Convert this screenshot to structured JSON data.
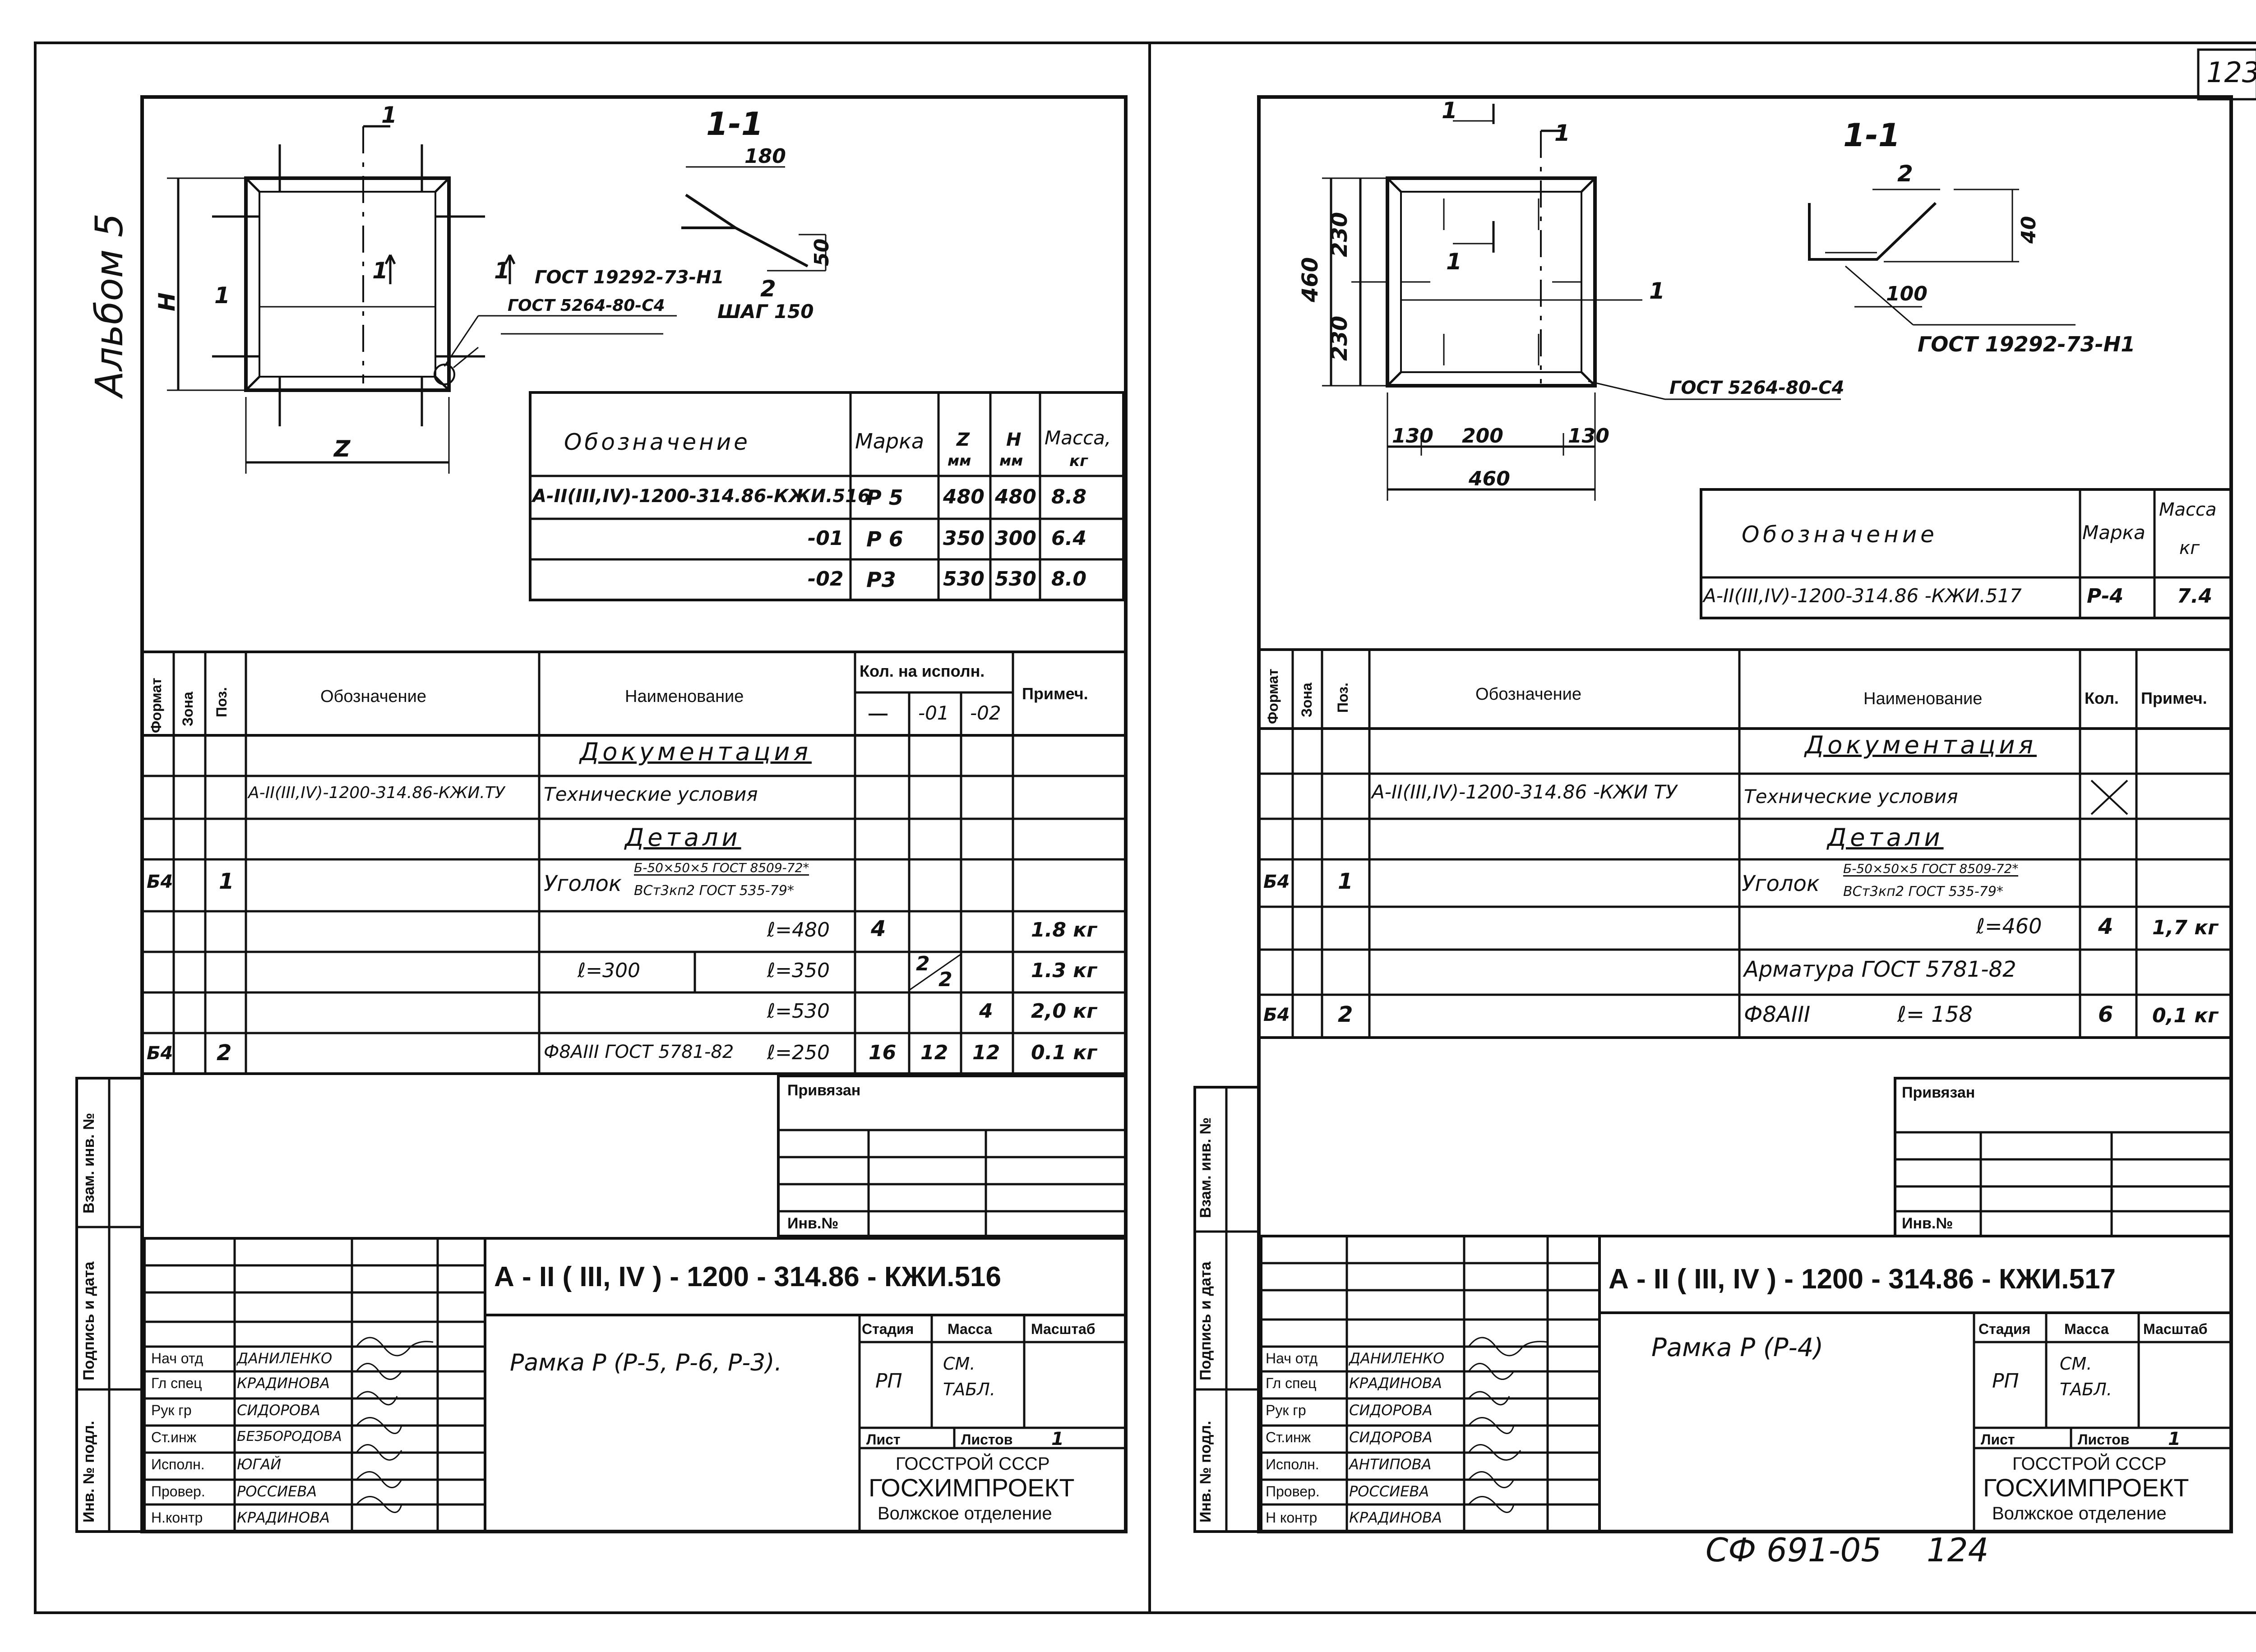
{
  "page_number": "123",
  "album": "Альбом 5",
  "footer": {
    "code": "СФ 691-05",
    "num": "124"
  },
  "sheet1": {
    "section": "1-1",
    "dims": {
      "h": "H",
      "z": "Z",
      "one": "1",
      "d180": "180",
      "d50": "50",
      "two": "2",
      "step": "ШАГ 150"
    },
    "gost_angle": "ГОСТ 19292-73-Н1",
    "gost_weld": "ГОСТ 5264-80-С4",
    "mark_table": {
      "headers": {
        "oboz": "Обозначение",
        "marka": "Марка",
        "z": "Z",
        "h": "H",
        "mm": "мм",
        "massa": "Масса,",
        "kg": "кг"
      },
      "rows": [
        {
          "oboz": "А-II(III,IV)-1200-314.86-КЖИ.516",
          "marka": "Р 5",
          "z": "480",
          "h": "480",
          "massa": "8.8"
        },
        {
          "oboz": "-01",
          "marka": "Р 6",
          "z": "350",
          "h": "300",
          "massa": "6.4"
        },
        {
          "oboz": "-02",
          "marka": "Р3",
          "z": "530",
          "h": "530",
          "massa": "8.0"
        }
      ]
    },
    "spec": {
      "headers": {
        "format": "Формат",
        "zona": "Зона",
        "poz": "Поз.",
        "oboz": "Обозначение",
        "naim": "Наименование",
        "kol": "Кол. на исполн.",
        "c1": "—",
        "c2": "-01",
        "c3": "-02",
        "prim": "Примеч."
      },
      "doc": "Документация",
      "doc_oboz": "А-II(III,IV)-1200-314.86-КЖИ.ТУ",
      "doc_name": "Технические условия",
      "det": "Детали",
      "ugolok": "Уголок",
      "ug_top": "Б-50×50×5 ГОСТ 8509-72*",
      "ug_bot": "ВСт3кп2 ГОСТ 535-79*",
      "fmt1": "Б4",
      "poz1": "1",
      "l480": "ℓ=480",
      "k480": "4",
      "m480": "1.8 кг",
      "l300": "ℓ=300",
      "l350": "ℓ=350",
      "k350a": "2",
      "k350b": "2",
      "m350": "1.3 кг",
      "l530": "ℓ=530",
      "k530": "4",
      "m530": "2,0 кг",
      "fmt2": "Б4",
      "poz2": "2",
      "arm": "Ф8АIII ГОСТ 5781-82",
      "l250": "ℓ=250",
      "k250a": "16",
      "k250b": "12",
      "k250c": "12",
      "m250": "0.1 кг"
    },
    "privyazan": "Привязан",
    "inv_no": "Инв.№",
    "side": {
      "vzam": "Взам. инв. №",
      "podp": "Подпись и дата",
      "inv": "Инв. № подл."
    },
    "stamp": {
      "code": "А - II ( III, IV ) - 1200 - 314.86   - КЖИ.516",
      "title": "Рамка Р (Р-5, Р-6, Р-3).",
      "stadia": "Стадия",
      "massa": "Масса",
      "masshtab": "Масштаб",
      "rp": "РП",
      "see": "СМ. ТАБЛ.",
      "list": "Лист",
      "listov": "Листов",
      "listov_val": "1",
      "org1": "ГОССТРОЙ СССР",
      "org2": "ГОСХИМПРОЕКТ",
      "org3": "Волжское отделение",
      "people": [
        {
          "role": "Нач отд",
          "name": "ДАНИЛЕНКО"
        },
        {
          "role": "Гл спец",
          "name": "КРАДИНОВА"
        },
        {
          "role": "Рук гр",
          "name": "СИДОРОВА"
        },
        {
          "role": "Ст.инж",
          "name": "БЕЗБОРОДОВА"
        },
        {
          "role": "Исполн.",
          "name": "ЮГАЙ"
        },
        {
          "role": "Провер.",
          "name": "РОССИЕВА"
        },
        {
          "role": "Н.контр",
          "name": "КРАДИНОВА"
        }
      ]
    }
  },
  "sheet2": {
    "section": "1-1",
    "dims": {
      "d460": "460",
      "d230a": "230",
      "d230b": "230",
      "d130a": "130",
      "d200": "200",
      "d130b": "130",
      "d460b": "460",
      "d40": "40",
      "d100": "100",
      "two": "2",
      "one": "1"
    },
    "gost_angle": "ГОСТ 19292-73-Н1",
    "gost_weld": "ГОСТ 5264-80-С4",
    "mark_table": {
      "headers": {
        "oboz": "Обозначение",
        "marka": "Марка",
        "massa": "Масса",
        "kg": "кг"
      },
      "rows": [
        {
          "oboz": "А-II(III,IV)-1200-314.86 -КЖИ.517",
          "marka": "Р-4",
          "massa": "7.4"
        }
      ]
    },
    "spec": {
      "headers": {
        "format": "Формат",
        "zona": "Зона",
        "poz": "Поз.",
        "oboz": "Обозначение",
        "naim": "Наименование",
        "kol": "Кол.",
        "prim": "Примеч."
      },
      "doc": "Документация",
      "doc_oboz": "А-II(III,IV)-1200-314.86    -КЖИ ТУ",
      "doc_name": "Технические условия",
      "det": "Детали",
      "ugolok": "Уголок",
      "ug_top": "Б-50×50×5 ГОСТ 8509-72*",
      "ug_bot": "ВСт3кп2 ГОСТ 535-79*",
      "fmt1": "Б4",
      "poz1": "1",
      "l460": "ℓ=460",
      "k460": "4",
      "m460": "1,7 кг",
      "arm": "Арматура  ГОСТ 5781-82",
      "fmt2": "Б4",
      "poz2": "2",
      "f8": "Ф8АIII",
      "l158": "ℓ= 158",
      "k158": "6",
      "m158": "0,1 кг"
    },
    "privyazan": "Привязан",
    "inv_no": "Инв.№",
    "side": {
      "vzam": "Взам. инв. №",
      "podp": "Подпись и дата",
      "inv": "Инв. № подл."
    },
    "stamp": {
      "code": "А - II ( III, IV ) - 1200 - 314.86   - КЖИ.517",
      "title": "Рамка Р (Р-4)",
      "stadia": "Стадия",
      "massa": "Масса",
      "masshtab": "Масштаб",
      "rp": "РП",
      "see": "СМ. ТАБЛ.",
      "list": "Лист",
      "listov": "Листов",
      "listov_val": "1",
      "org1": "ГОССТРОЙ СССР",
      "org2": "ГОСХИМПРОЕКТ",
      "org3": "Волжское отделение",
      "people": [
        {
          "role": "Нач отд",
          "name": "ДАНИЛЕНКО"
        },
        {
          "role": "Гл спец",
          "name": "КРАДИНОВА"
        },
        {
          "role": "Рук гр",
          "name": "СИДОРОВА"
        },
        {
          "role": "Ст.инж",
          "name": "СИДОРОВА"
        },
        {
          "role": "Исполн.",
          "name": "АНТИПОВА"
        },
        {
          "role": "Провер.",
          "name": "РОССИЕВА"
        },
        {
          "role": "Н контр",
          "name": "КРАДИНОВА"
        }
      ]
    }
  }
}
